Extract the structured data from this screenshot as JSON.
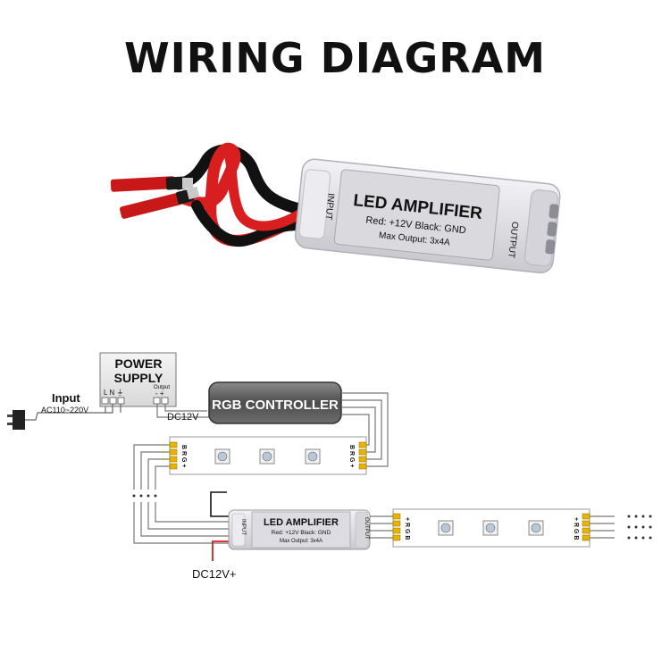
{
  "title": "WIRING DIAGRAM",
  "photo": {
    "title": "LED AMPLIFIER",
    "spec_line": "Red: +12V  Black: GND",
    "max_output": "Max Output: 3x4A",
    "input_label": "INPUT",
    "output_label": "OUTPUT"
  },
  "schematic": {
    "power_supply": {
      "line1": "POWER",
      "line2": "SUPPLY",
      "terminals": "L N ⏚",
      "output_label": "Output",
      "output_terminals": "- +"
    },
    "input_label": "Input",
    "input_voltage": "AC110~220V",
    "dc12v_label": "DC12V",
    "rgb_controller": "RGB CONTROLLER",
    "strip_pins": "B R G +",
    "amp": {
      "title": "LED AMPLIFIER",
      "spec_line": "Red: +12V  Black: GND",
      "max_output": "Max Output: 3x4A",
      "input_label": "INPUT",
      "output_label": "OUTPUT"
    },
    "strip2_pins": "+ R G B",
    "dc12v_plus_label": "DC12V+"
  },
  "colors": {
    "wire_red": "#d81e1e",
    "wire_black": "#111111",
    "amp_body": "#e6e6ea",
    "controller_body": "#5c5c5c"
  }
}
